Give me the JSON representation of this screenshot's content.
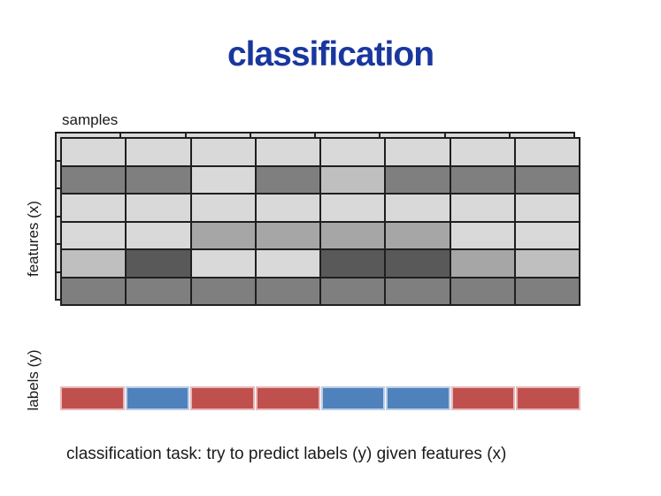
{
  "slide": {
    "title": "classification",
    "title_color": "#1A379E",
    "background": "#FFFFFF",
    "caption": "classification task: try to predict labels (y) given features (x)"
  },
  "matrix": {
    "top_label": "samples",
    "left_label": "features (x)",
    "rows": 6,
    "cols": 8,
    "border_color": "#1F1F1F",
    "palette": {
      "L": "#D9D9D9",
      "ML": "#BFBFBF",
      "M": "#A6A6A6",
      "D": "#7F7F7F",
      "X": "#595959"
    },
    "back_sheet_shade": "L",
    "cells": [
      [
        "L",
        "L",
        "L",
        "L",
        "L",
        "L",
        "L",
        "L"
      ],
      [
        "D",
        "D",
        "L",
        "D",
        "ML",
        "D",
        "D",
        "D"
      ],
      [
        "L",
        "L",
        "L",
        "L",
        "L",
        "L",
        "L",
        "L"
      ],
      [
        "L",
        "L",
        "M",
        "M",
        "M",
        "M",
        "L",
        "L"
      ],
      [
        "ML",
        "X",
        "L",
        "L",
        "X",
        "X",
        "M",
        "ML"
      ],
      [
        "D",
        "D",
        "D",
        "D",
        "D",
        "D",
        "D",
        "D"
      ]
    ]
  },
  "labels_bar": {
    "left_label": "labels (y)",
    "values": [
      "red",
      "blue",
      "red",
      "red",
      "blue",
      "blue",
      "red",
      "red"
    ],
    "palette": {
      "red": {
        "fill": "#C0504D",
        "border": "#E6B9B8"
      },
      "blue": {
        "fill": "#4F81BD",
        "border": "#B9CDE5"
      }
    }
  }
}
